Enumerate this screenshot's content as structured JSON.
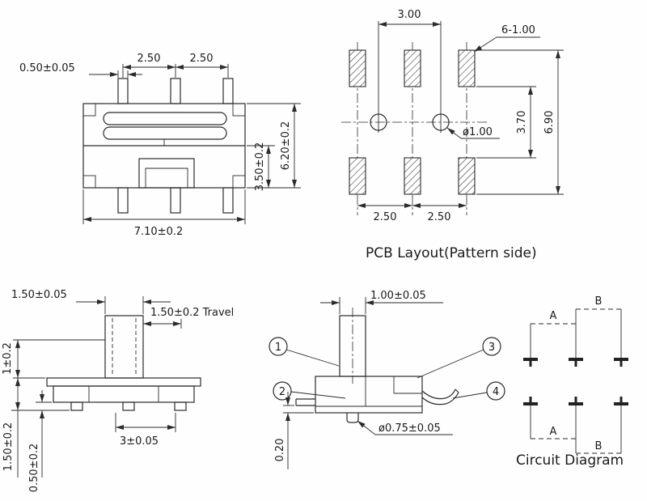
{
  "front_view": {
    "dim_pin_width": "0.50±0.05",
    "dim_pitch_1": "2.50",
    "dim_pitch_2": "2.50",
    "dim_body_height": "3.50±0.2",
    "dim_overall_height": "6.20±0.2",
    "dim_overall_width": "7.10±0.2"
  },
  "pcb_layout": {
    "title": "PCB Layout(Pattern side)",
    "dim_hole_spacing": "3.00",
    "dim_pads": "6-1.00",
    "dim_hole_offset": "3.70",
    "dim_pattern_height": "6.90",
    "dim_hole_diameter": "ø1.00",
    "dim_pitch_1": "2.50",
    "dim_pitch_2": "2.50"
  },
  "side_view": {
    "dim_knob_width": "1.50±0.05",
    "dim_travel": "1.50±0.2 Travel",
    "dim_knob_height": "1±0.2",
    "dim_base_width": "3±0.05",
    "dim_body_height": "1.50±0.2",
    "dim_standoff": "0.50±0.2"
  },
  "end_view": {
    "dim_stem_width": "1.00±0.05",
    "dim_terminal_dia": "ø0.75±0.05",
    "dim_gap": "0.20",
    "callouts": {
      "c1": "1",
      "c2": "2",
      "c3": "3",
      "c4": "4"
    }
  },
  "circuit_diagram": {
    "title": "Circuit Diagram",
    "top_a": "A",
    "top_b": "B",
    "bottom_a": "A",
    "bottom_b": "B"
  },
  "colors": {
    "line": "#2b2b2b",
    "text": "#1a1a1a",
    "background": "#ffffff"
  }
}
